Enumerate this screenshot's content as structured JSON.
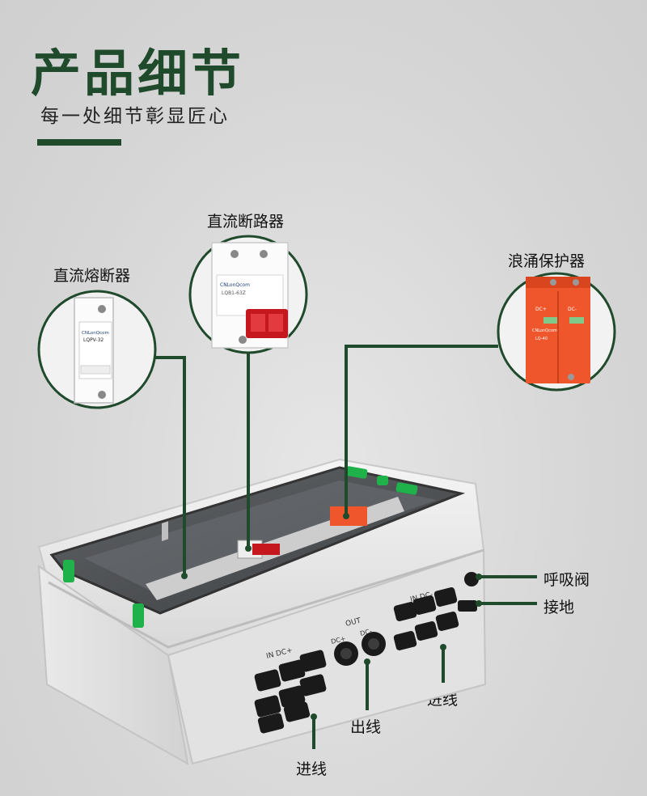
{
  "header": {
    "title": "产品细节",
    "subtitle": "每一处细节彰显匠心"
  },
  "callouts": {
    "dc_fuse": "直流熔断器",
    "dc_breaker": "直流断路器",
    "surge_protector": "浪涌保护器",
    "breather_valve": "呼吸阀",
    "ground": "接地",
    "inlet_right": "进线",
    "outlet": "出线",
    "inlet_left": "进线"
  },
  "box_markings": {
    "in_dc_plus": "IN  DC+",
    "in_dc_minus": "IN  DC-",
    "out": "OUT",
    "dc_plus": "DC+",
    "dc_minus": "DC-"
  },
  "device_labels": {
    "fuse_brand": "CNLonQcom",
    "fuse_model": "LQPV-32",
    "breaker_brand": "CNLonQcom",
    "breaker_model": "LQB1-63Z",
    "spd_brand": "CNLonQcom",
    "spd_model": "LQ-40",
    "spd_dc_plus": "DC+",
    "spd_dc_minus": "DC-"
  },
  "colors": {
    "accent": "#1f4a2b",
    "breaker_red": "#c4171e",
    "spd_orange": "#f0562b",
    "latch_green": "#1fb24a"
  }
}
